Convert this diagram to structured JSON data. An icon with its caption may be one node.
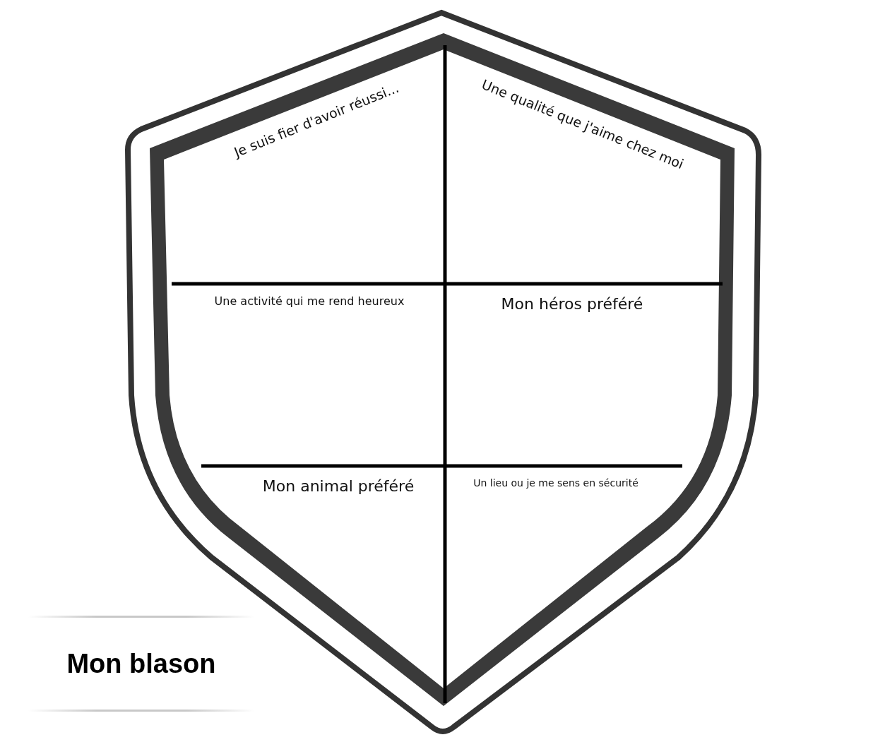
{
  "diagram": {
    "title": "Mon blason",
    "nodes": [
      {
        "text": [
          "Je suis fier d'avoir réussi..."
        ]
      },
      {
        "text": [
          "Une qualité que j'aime chez moi"
        ]
      },
      {
        "text": [
          "Une activité qui me rend heureux"
        ]
      },
      {
        "text": [
          "Mon héros préféré"
        ]
      },
      {
        "text": [
          "Mon animal préféré"
        ]
      },
      {
        "text": [
          "Un lieu ou je me sens en sécurité"
        ]
      }
    ]
  }
}
